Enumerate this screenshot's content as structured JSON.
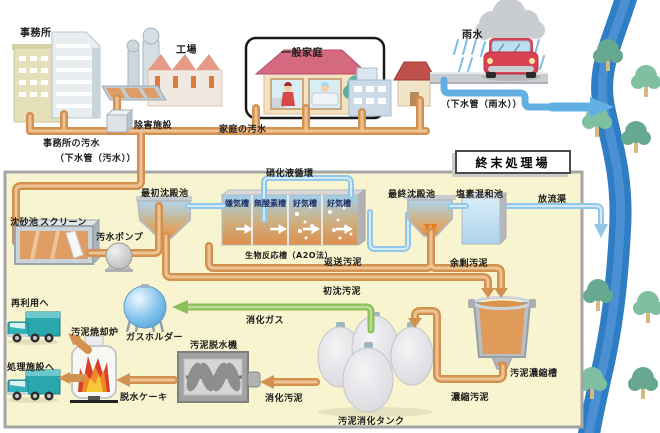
{
  "sources": {
    "office": {
      "label": "事務所",
      "sewage_label": "事務所の汚水",
      "pipe_label": "（下水管（汚水））"
    },
    "factory": {
      "label": "工場",
      "pretreatment_label": "除害施設"
    },
    "household": {
      "label": "一般家庭",
      "sewage_label": "家庭の汚水"
    },
    "rain": {
      "label": "雨水",
      "pipe_label": "（下水管（雨水））"
    }
  },
  "plant": {
    "title": "終末処理場",
    "units": {
      "grit": "沈砂池",
      "screen": "スクリーン",
      "pump": "汚水ポンプ",
      "primary": "最初沈殿池",
      "cells": [
        "嫌気槽",
        "無酸素槽",
        "好気槽",
        "好気槽"
      ],
      "bio": "生物反応槽（A2O法）",
      "nitrification": "硝化液循環",
      "final": "最終沈殿池",
      "chlorine": "塩素混和池",
      "outfall": "放流渠",
      "gas_holder": "ガスホルダー",
      "thickener": "汚泥濃縮槽",
      "digester": "汚泥消化タンク",
      "dewaterer": "汚泥脱水機",
      "incinerator": "汚泥焼却炉"
    },
    "flows": {
      "return_sludge": "返送汚泥",
      "excess_sludge": "余剰汚泥",
      "primary_sludge": "初沈汚泥",
      "digestion_gas": "消化ガス",
      "thickened_sludge": "濃縮汚泥",
      "digested_sludge": "消化汚泥",
      "dewatered_cake": "脱水ケーキ",
      "reuse": "再利用へ",
      "disposal": "処理施設へ"
    }
  },
  "colors": {
    "sewage_pipe": "#d2914f",
    "treated_water_pipe": "#93c7e8",
    "rainwater_pipe": "#62b0e2",
    "gas_pipe": "#8cc05c",
    "river": "#2e7dc5",
    "plant_background": "#f8f4cf"
  }
}
